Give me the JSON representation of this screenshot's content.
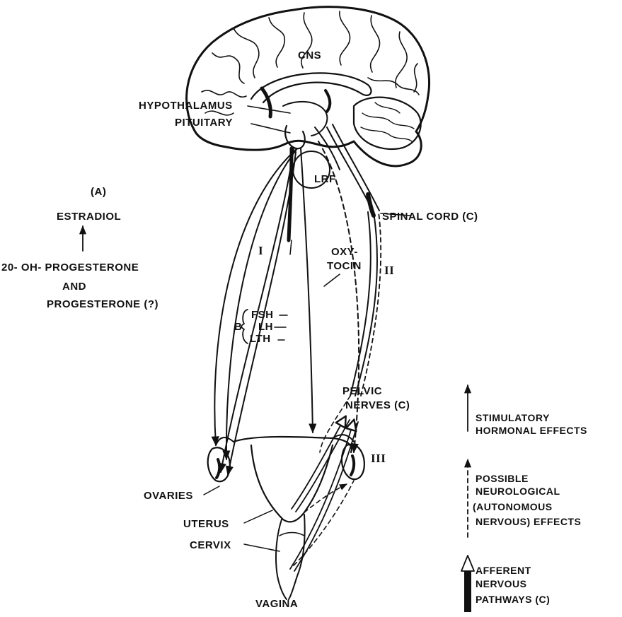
{
  "diagram": {
    "labels": {
      "cns": "CNS",
      "hypothalamus": "HYPOTHALAMUS",
      "pituitary": "PITUITARY",
      "lrf": "LRF",
      "spinal_cord": "SPINAL CORD (C)",
      "roman_one": "I",
      "roman_two": "II",
      "roman_three": "III",
      "oxytocin_line1": "OXY-",
      "oxytocin_line2": "TOCIN",
      "b_bracket": "B",
      "fsh": "FSH",
      "lh": "LH",
      "lth": "LTH",
      "pelvic_line1": "PELVIC",
      "pelvic_line2": "NERVES (C)",
      "ovaries": "OVARIES",
      "uterus": "UTERUS",
      "cervix": "CERVIX",
      "vagina": "VAGINA"
    },
    "hormones": {
      "a_label": "(A)",
      "estradiol": "ESTRADIOL",
      "progesterone_line1": "20- OH- PROGESTERONE",
      "progesterone_line2": "AND",
      "progesterone_line3": "PROGESTERONE (?)"
    },
    "legend": {
      "stimulatory_line1": "STIMULATORY",
      "stimulatory_line2": "HORMONAL EFFECTS",
      "neuro_line1": "POSSIBLE",
      "neuro_line2": "NEUROLOGICAL",
      "neuro_line3": "(AUTONOMOUS",
      "neuro_line4": "NERVOUS) EFFECTS",
      "afferent_line1": "AFFERENT",
      "afferent_line2": "NERVOUS",
      "afferent_line3": "PATHWAYS (C)"
    }
  }
}
